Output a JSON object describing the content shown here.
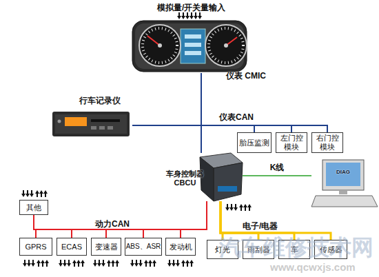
{
  "diagram": {
    "nodes": [
      {
        "text": [
          "仪表 CMIC"
        ]
      },
      {
        "text": [
          "行车记录仪"
        ]
      },
      {
        "text": [
          "胎压监测"
        ]
      },
      {
        "text": [
          "左门控模块"
        ]
      },
      {
        "text": [
          "右门控模块"
        ]
      },
      {
        "text": [
          "车身控制器 CBCU"
        ]
      },
      {
        "text": [
          "DIAG"
        ]
      },
      {
        "text": [
          "其他"
        ]
      },
      {
        "text": [
          "GPRS"
        ]
      },
      {
        "text": [
          "ECAS"
        ]
      },
      {
        "text": [
          "变速器"
        ]
      },
      {
        "text": [
          "ABS、ASR"
        ]
      },
      {
        "text": [
          "发动机"
        ]
      },
      {
        "text": [
          "灯光"
        ]
      },
      {
        "text": [
          "雨刮器"
        ]
      },
      {
        "text": [
          "车"
        ]
      },
      {
        "text": [
          "传感器"
        ]
      }
    ],
    "edges": [
      {
        "from": 5,
        "to": 0,
        "arrow": "none"
      },
      {
        "from": 5,
        "to": 1,
        "arrow": "none"
      },
      {
        "from": 5,
        "to": 2,
        "arrow": "none"
      },
      {
        "from": 5,
        "to": 3,
        "arrow": "none"
      },
      {
        "from": 5,
        "to": 4,
        "arrow": "none"
      },
      {
        "from": 5,
        "to": 6,
        "label": "K线",
        "arrow": "none"
      },
      {
        "from": 5,
        "to": 7,
        "arrow": "none"
      },
      {
        "from": 5,
        "to": 8,
        "arrow": "none"
      },
      {
        "from": 5,
        "to": 9,
        "arrow": "none"
      },
      {
        "from": 5,
        "to": 10,
        "arrow": "none"
      },
      {
        "from": 5,
        "to": 11,
        "arrow": "none"
      },
      {
        "from": 5,
        "to": 12,
        "arrow": "none"
      },
      {
        "from": 5,
        "to": 13,
        "arrow": "none"
      },
      {
        "from": 5,
        "to": 14,
        "arrow": "none"
      },
      {
        "from": 5,
        "to": 15,
        "arrow": "none"
      },
      {
        "from": 5,
        "to": 16,
        "arrow": "none"
      }
    ],
    "labels": [
      "模拟量/开关量输入",
      "仪表CAN",
      "动力CAN",
      "电子/电器",
      "汽车维修技术网",
      "www.qcwxjs.com"
    ]
  }
}
